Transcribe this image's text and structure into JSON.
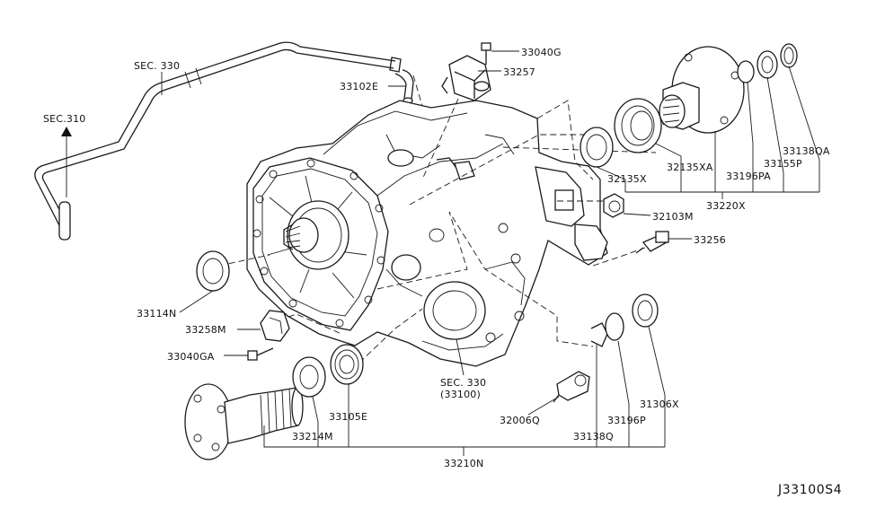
{
  "diagram_id": "J33100S4",
  "labels": {
    "sec330_top": "SEC. 330",
    "sec310": "SEC.310",
    "p33040G": "33040G",
    "p33257": "33257",
    "p33102E": "33102E",
    "p33138QA": "33138QA",
    "p32135XA": "32135XA",
    "p33196PA": "33196PA",
    "p33155P": "33155P",
    "p32135X": "32135X",
    "p33220X": "33220X",
    "p32103M": "32103M",
    "p33256": "33256",
    "p33114N": "33114N",
    "p33258M": "33258M",
    "p33040GA": "33040GA",
    "sec330_case": "SEC. 330",
    "p33100": "(33100)",
    "p31306X": "31306X",
    "p33105E": "33105E",
    "p32006Q": "32006Q",
    "p33196P": "33196P",
    "p33214M": "33214M",
    "p33138Q": "33138Q",
    "p33210N": "33210N"
  }
}
